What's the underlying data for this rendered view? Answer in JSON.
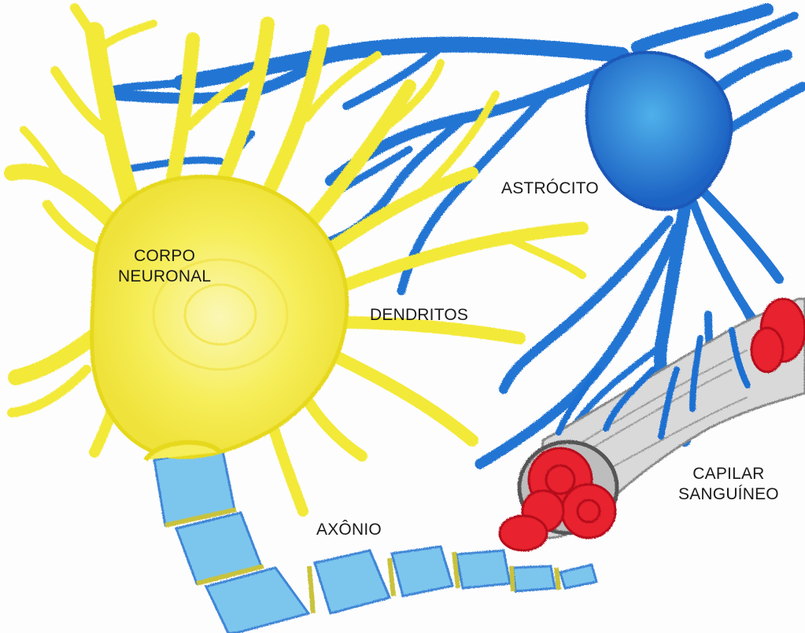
{
  "labels": {
    "corpo_neuronal": [
      "CORPO",
      "NEURONAL"
    ],
    "dendritos": "DENDRITOS",
    "astrocito": "ASTRÓCITO",
    "capilar_sanguineo": [
      "CAPILAR",
      "SANGUÍNEO"
    ],
    "axonio": "AXÔNIO"
  },
  "colors": {
    "neuron": "#f5ee4a",
    "neuron_edge": "#e6d81f",
    "astrocyte": "#1f6fd1",
    "astrocyte_light": "#4aa3e6",
    "axon_segment": "#7cc6ee",
    "axon_edge": "#3f86d6",
    "node_of_ranvier": "#c9c23a",
    "capillary_wall": "#d2d2d2",
    "blood_cell": "#e8202e"
  }
}
